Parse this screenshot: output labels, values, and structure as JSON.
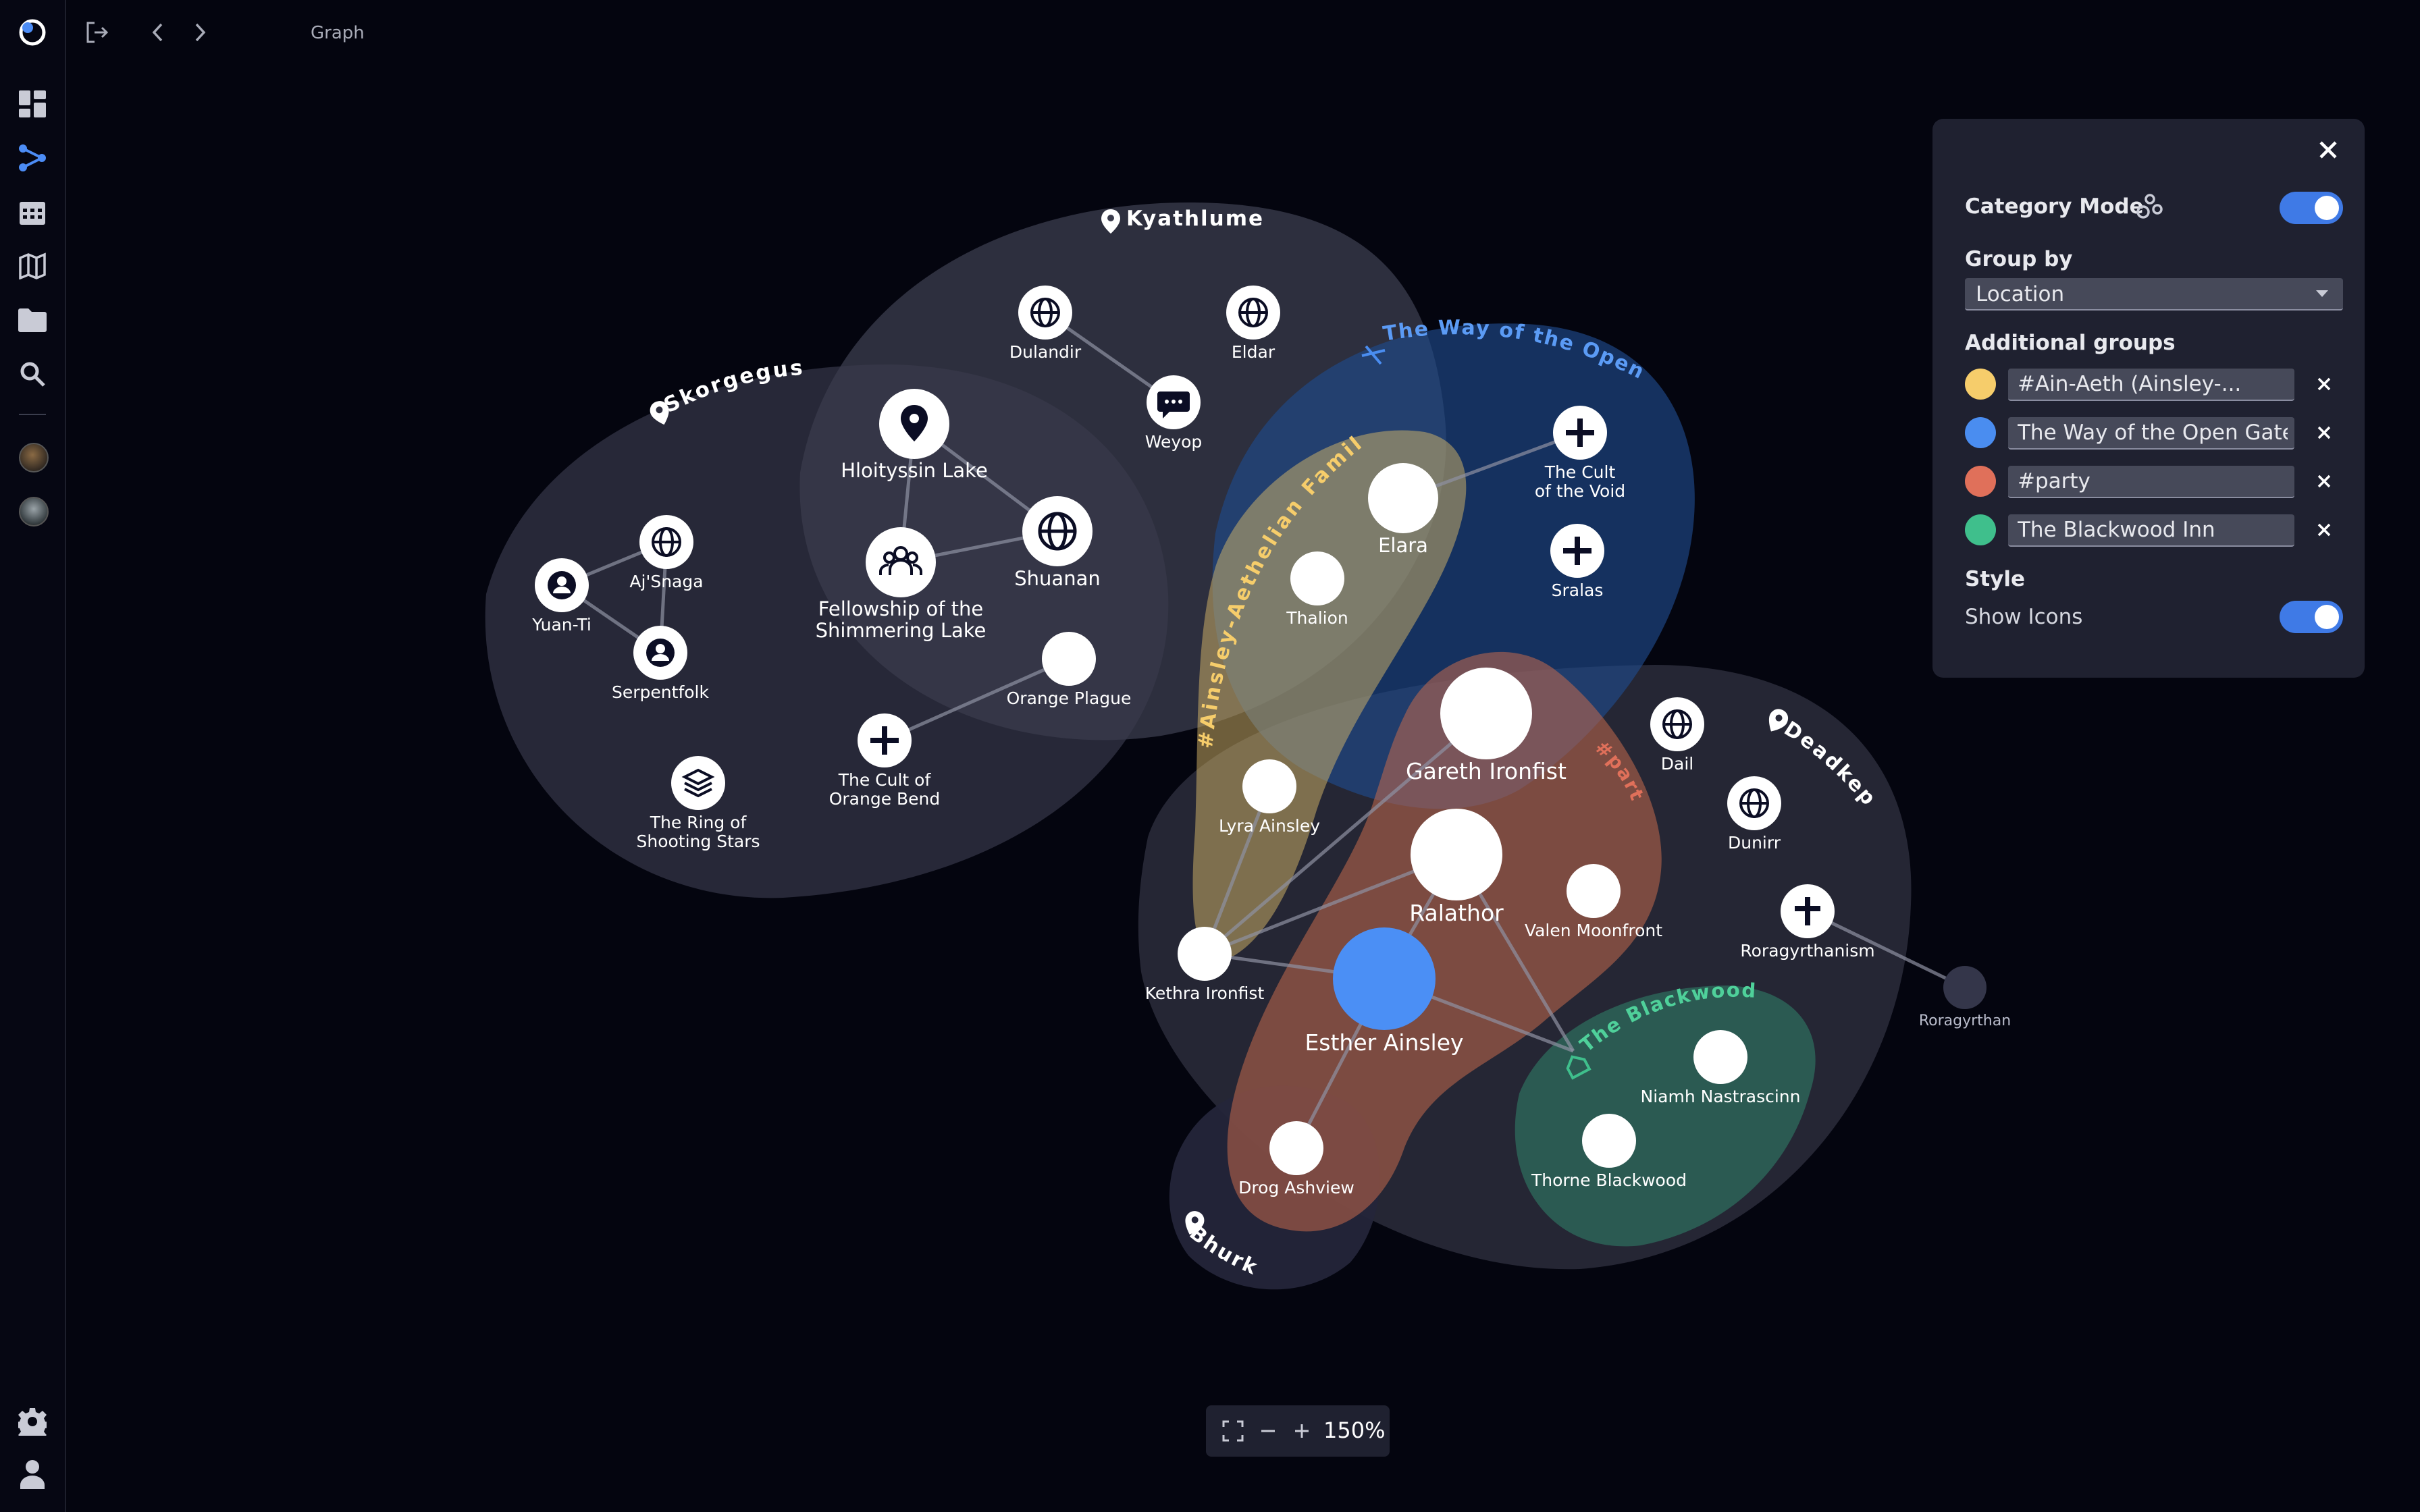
{
  "breadcrumb": "Graph",
  "colors": {
    "accent": "#4c8cf5",
    "ain_aeth": "#f6cd6b",
    "open_gate": "#4a8df0",
    "party": "#e0705a",
    "blackwood": "#3fbf8c",
    "node": "#ffffff",
    "selected_node": "#4b8ff5"
  },
  "sidebar": {
    "items": [
      {
        "name": "logo-icon"
      },
      {
        "name": "dashboard-icon"
      },
      {
        "name": "graph-icon"
      },
      {
        "name": "calendar-icon"
      },
      {
        "name": "map-icon"
      },
      {
        "name": "folder-icon"
      },
      {
        "name": "search-icon"
      },
      {
        "name": "settings-icon"
      },
      {
        "name": "user-icon"
      }
    ]
  },
  "groups": {
    "kyathlume": "Kyathlume",
    "skorgegus": "Skorgegus",
    "deadkep": "Deadkep",
    "bhurk": "Bhurk",
    "open_gate": "The Way of the Open Gate",
    "ain_aeth": "#Ainsley-Aethelian Family",
    "party": "#party",
    "blackwood": "The Blackwood Inn"
  },
  "nodes": {
    "dulandir": "Dulandir",
    "eldar": "Eldar",
    "weyop": "Weyop",
    "hloityssin": "Hloityssin Lake",
    "shuanan": "Shuanan",
    "fellowship_1": "Fellowship of the",
    "fellowship_2": "Shimmering Lake",
    "orange_plague": "Orange Plague",
    "cult_orange_1": "The Cult of",
    "cult_orange_2": "Orange Bend",
    "ajsnaga": "Aj'Snaga",
    "yuanti": "Yuan-Ti",
    "serpentfolk": "Serpentfolk",
    "ring_1": "The Ring of",
    "ring_2": "Shooting Stars",
    "cult_void_1": "The Cult",
    "cult_void_2": "of the Void",
    "sralas": "Sralas",
    "elara": "Elara",
    "thalion": "Thalion",
    "gareth": "Gareth Ironfist",
    "lyra": "Lyra Ainsley",
    "ralathor": "Ralathor",
    "valen": "Valen Moonfront",
    "kethra": "Kethra Ironfist",
    "esther": "Esther Ainsley",
    "dail": "Dail",
    "dunirr": "Dunirr",
    "roragyrthanism": "Roragyrthanism",
    "roragyrthan": "Roragyrthan",
    "niamh": "Niamh Nastrascinn",
    "thorne": "Thorne Blackwood",
    "drog": "Drog Ashview"
  },
  "panel": {
    "category_mode_label": "Category Mode",
    "category_mode_on": true,
    "group_by_label": "Group by",
    "group_by_value": "Location",
    "additional_groups_label": "Additional groups",
    "additional_groups": [
      {
        "label": "#Ain-Aeth (Ainsley-...",
        "color": "#f6cd6b"
      },
      {
        "label": "The Way of the Open Gate",
        "color": "#4a8df0"
      },
      {
        "label": "#party",
        "color": "#e0705a"
      },
      {
        "label": "The Blackwood Inn",
        "color": "#3fbf8c"
      }
    ],
    "style_label": "Style",
    "show_icons_label": "Show Icons",
    "show_icons_on": true
  },
  "zoom": {
    "level": "150%"
  }
}
